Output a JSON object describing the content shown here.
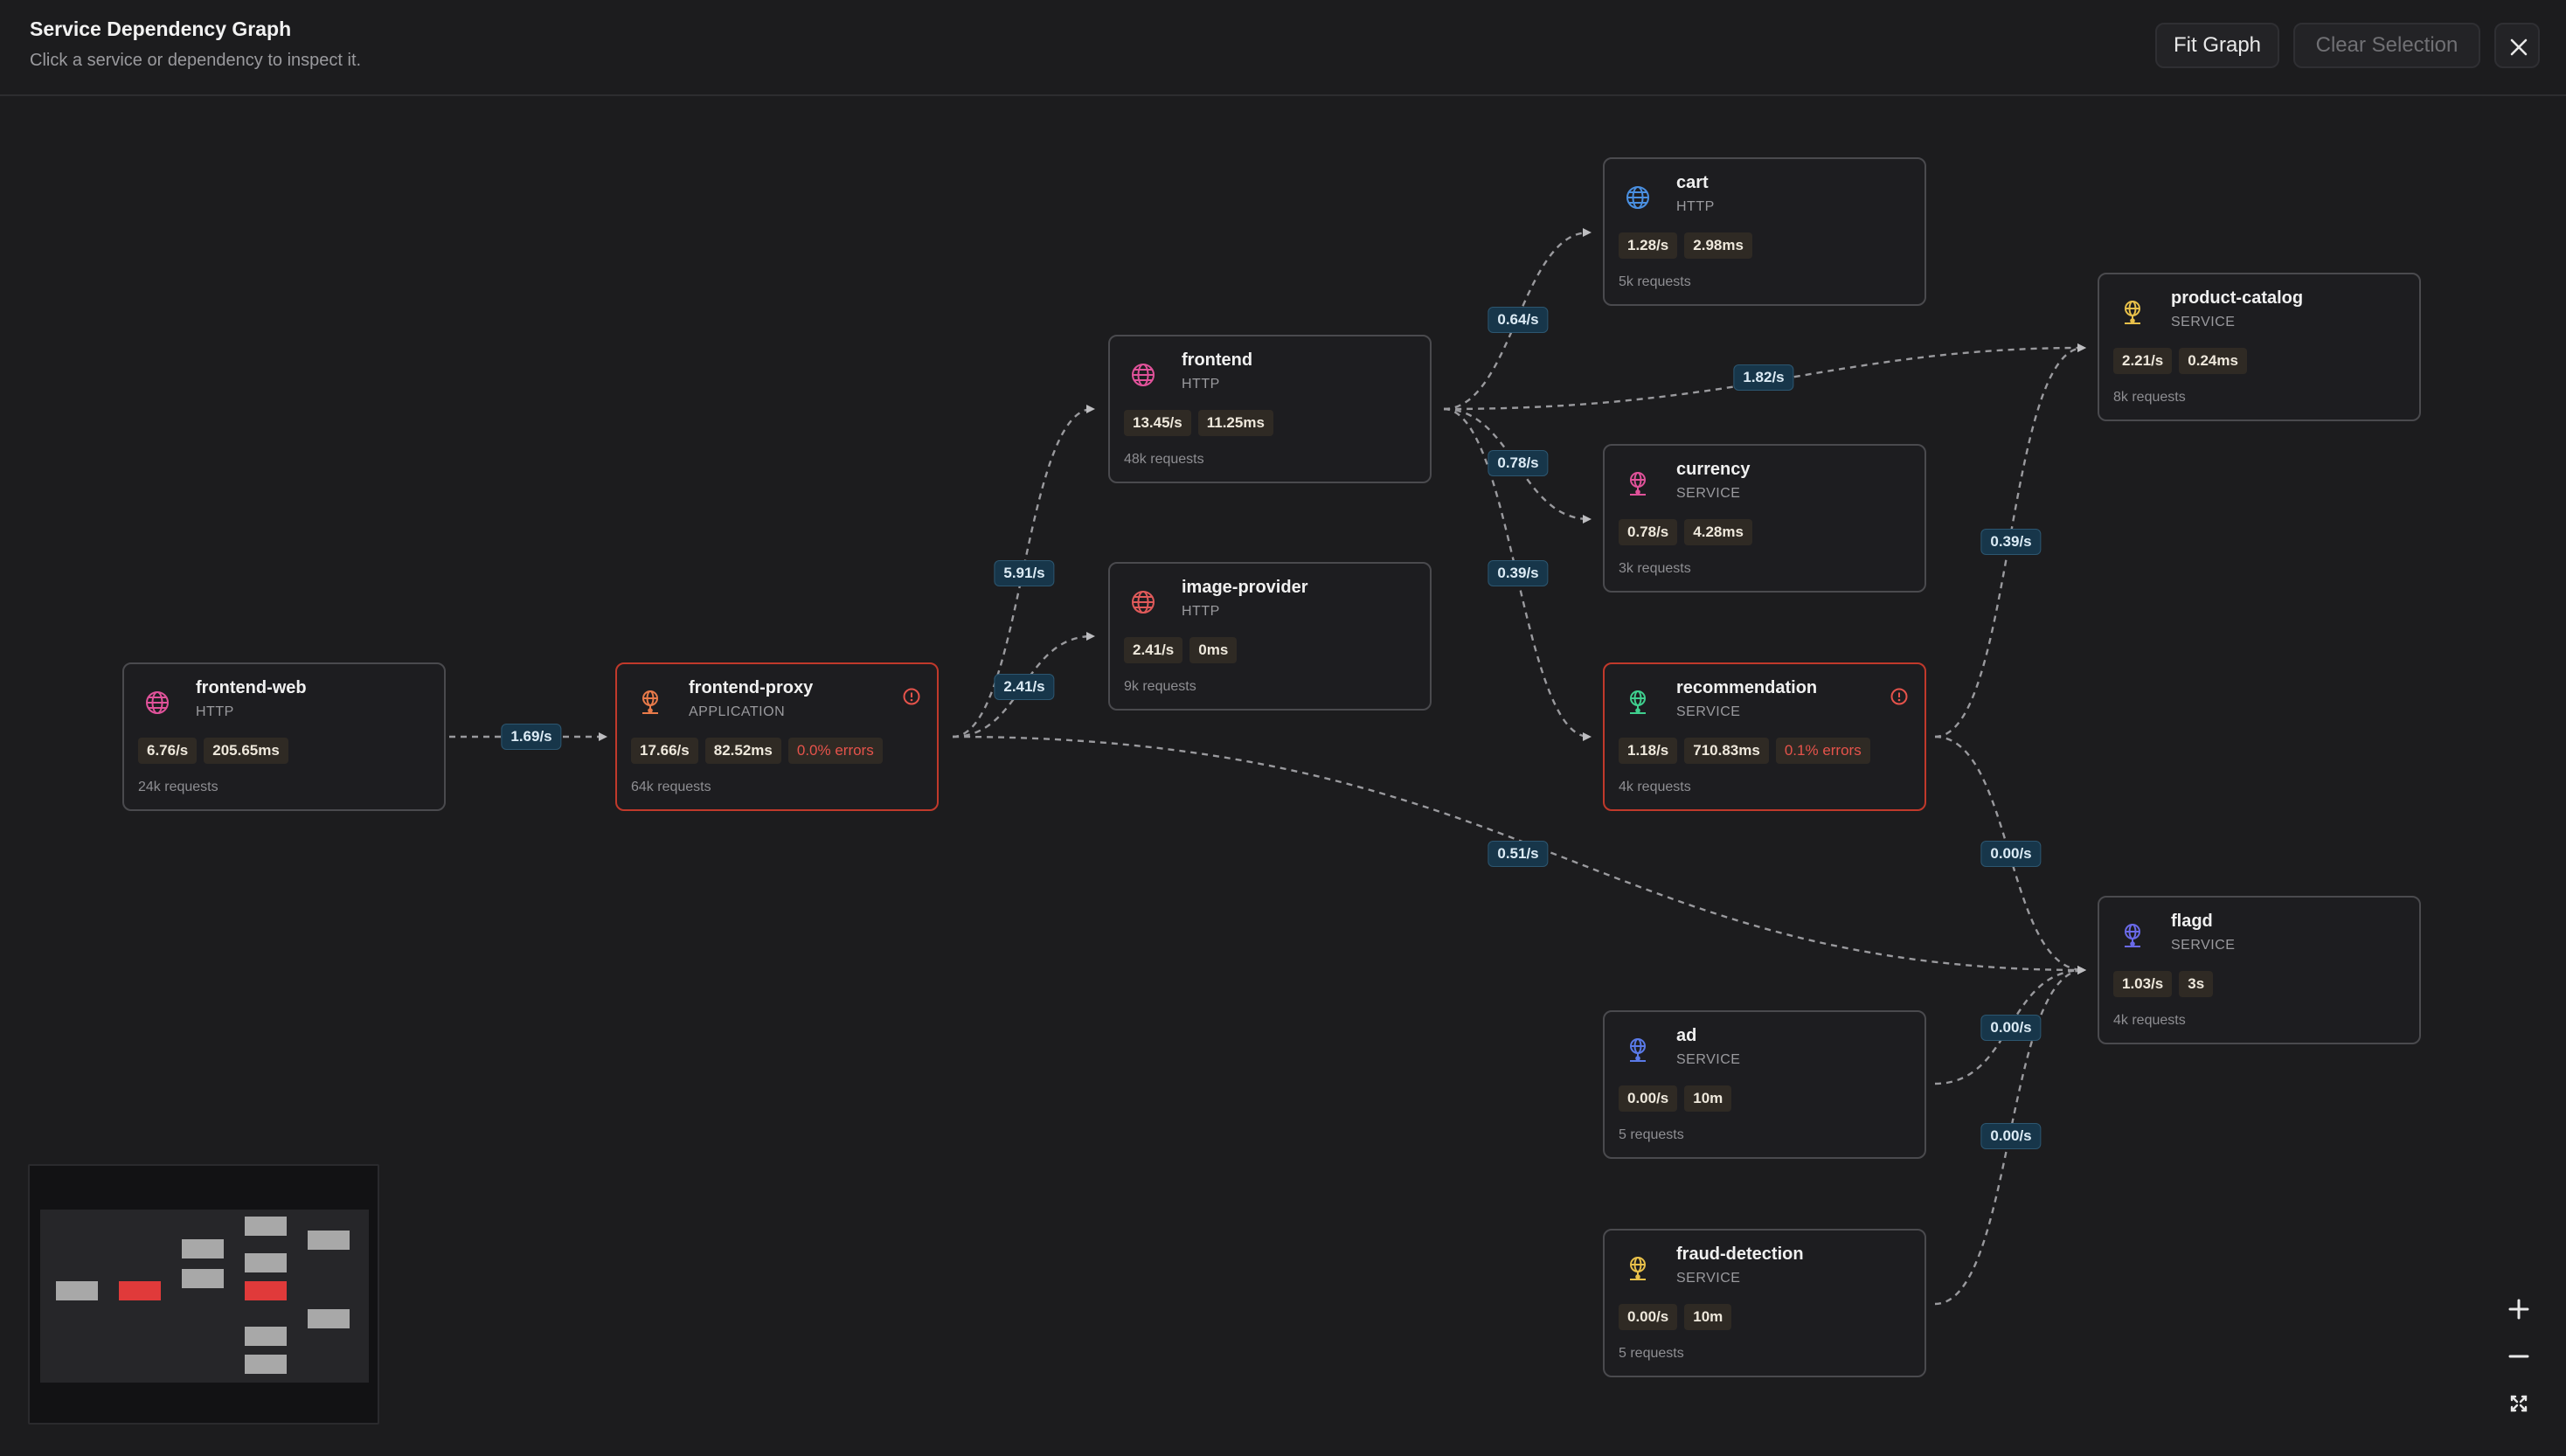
{
  "header": {
    "title": "Service Dependency Graph",
    "subtitle": "Click a service or dependency to inspect it.",
    "fit_label": "Fit Graph",
    "clear_label": "Clear Selection"
  },
  "nodes": {
    "frontend_web": {
      "name": "frontend-web",
      "type": "HTTP",
      "rate": "6.76/s",
      "latency": "205.65ms",
      "requests": "24k requests",
      "icon": "globe-icon",
      "icon_color": "#e0529a"
    },
    "frontend_proxy": {
      "name": "frontend-proxy",
      "type": "APPLICATION",
      "rate": "17.66/s",
      "latency": "82.52ms",
      "errors": "0.0% errors",
      "requests": "64k requests",
      "icon": "service-icon",
      "icon_color": "#e87a4a"
    },
    "frontend": {
      "name": "frontend",
      "type": "HTTP",
      "rate": "13.45/s",
      "latency": "11.25ms",
      "requests": "48k requests",
      "icon": "globe-icon",
      "icon_color": "#e0529a"
    },
    "image_provider": {
      "name": "image-provider",
      "type": "HTTP",
      "rate": "2.41/s",
      "latency": "0ms",
      "requests": "9k requests",
      "icon": "globe-icon",
      "icon_color": "#e05a5a"
    },
    "cart": {
      "name": "cart",
      "type": "HTTP",
      "rate": "1.28/s",
      "latency": "2.98ms",
      "requests": "5k requests",
      "icon": "globe-icon",
      "icon_color": "#4a8fe0"
    },
    "currency": {
      "name": "currency",
      "type": "SERVICE",
      "rate": "0.78/s",
      "latency": "4.28ms",
      "requests": "3k requests",
      "icon": "service-icon",
      "icon_color": "#e0529a"
    },
    "recommendation": {
      "name": "recommendation",
      "type": "SERVICE",
      "rate": "1.18/s",
      "latency": "710.83ms",
      "errors": "0.1% errors",
      "requests": "4k requests",
      "icon": "service-icon",
      "icon_color": "#3fcf8e"
    },
    "product_catalog": {
      "name": "product-catalog",
      "type": "SERVICE",
      "rate": "2.21/s",
      "latency": "0.24ms",
      "requests": "8k requests",
      "icon": "service-icon",
      "icon_color": "#e8c04a"
    },
    "flagd": {
      "name": "flagd",
      "type": "SERVICE",
      "rate": "1.03/s",
      "latency": "3s",
      "requests": "4k requests",
      "icon": "service-icon",
      "icon_color": "#6a6ae8"
    },
    "ad": {
      "name": "ad",
      "type": "SERVICE",
      "rate": "0.00/s",
      "latency": "10m",
      "requests": "5 requests",
      "icon": "service-icon",
      "icon_color": "#5a7ae8"
    },
    "fraud_detection": {
      "name": "fraud-detection",
      "type": "SERVICE",
      "rate": "0.00/s",
      "latency": "10m",
      "requests": "5 requests",
      "icon": "service-icon",
      "icon_color": "#e8c04a"
    }
  },
  "edges": [
    {
      "from": "frontend-web",
      "to": "frontend-proxy",
      "label": "1.69/s"
    },
    {
      "from": "frontend-proxy",
      "to": "frontend",
      "label": "5.91/s"
    },
    {
      "from": "frontend-proxy",
      "to": "image-provider",
      "label": "2.41/s"
    },
    {
      "from": "frontend-proxy",
      "to": "flagd",
      "label": "0.51/s"
    },
    {
      "from": "frontend",
      "to": "cart",
      "label": "0.64/s"
    },
    {
      "from": "frontend",
      "to": "product-catalog",
      "label": "1.82/s"
    },
    {
      "from": "frontend",
      "to": "currency",
      "label": "0.78/s"
    },
    {
      "from": "frontend",
      "to": "recommendation",
      "label": "0.39/s"
    },
    {
      "from": "recommendation",
      "to": "product-catalog",
      "label": "0.39/s"
    },
    {
      "from": "recommendation",
      "to": "flagd",
      "label": "0.00/s"
    },
    {
      "from": "ad",
      "to": "flagd",
      "label": "0.00/s"
    },
    {
      "from": "fraud-detection",
      "to": "flagd",
      "label": "0.00/s"
    }
  ],
  "colors": {
    "error_border": "#c0392b",
    "edge": "#9a9a9e",
    "edge_label_bg": "#17364a"
  }
}
